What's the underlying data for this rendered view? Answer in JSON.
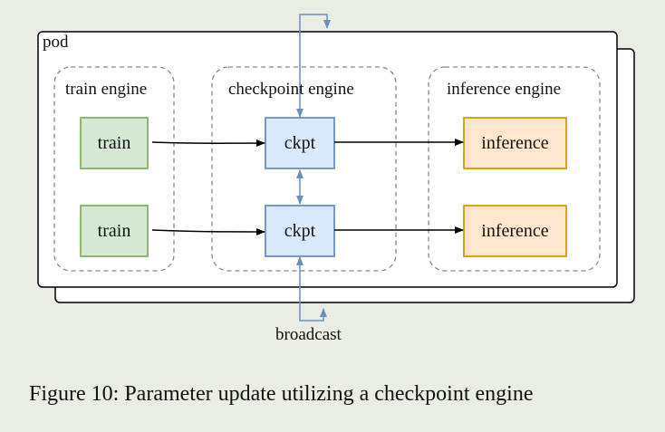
{
  "diagram": {
    "pod_label": "pod",
    "groups": {
      "train": "train engine",
      "checkpoint": "checkpoint engine",
      "inference": "inference engine"
    },
    "nodes": {
      "train_1": "train",
      "train_2": "train",
      "ckpt_1": "ckpt",
      "ckpt_2": "ckpt",
      "inference_1": "inference",
      "inference_2": "inference"
    },
    "broadcast_label": "broadcast",
    "colors": {
      "train_fill": "#d5e8d4",
      "train_stroke": "#82b366",
      "ckpt_fill": "#dae8fc",
      "ckpt_stroke": "#6c8ebf",
      "inference_fill": "#ffe6cc",
      "inference_stroke": "#d79b00",
      "background": "#e9ede4"
    }
  },
  "caption": "Figure 10: Parameter update utilizing a checkpoint engine"
}
